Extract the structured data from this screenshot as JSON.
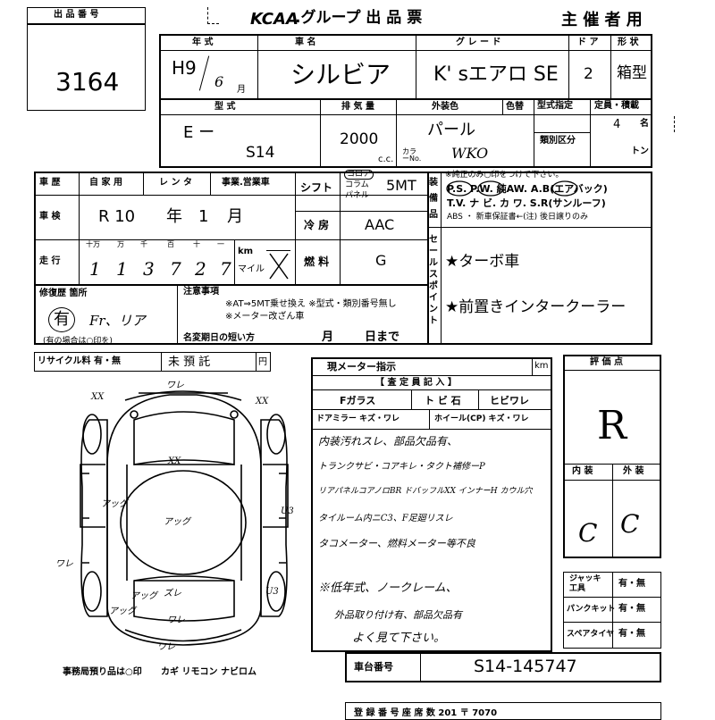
{
  "header": {
    "lot_label": "出 品 番 号",
    "lot_number": "3164",
    "title_brand": "KCAA",
    "title_rest": ".グループ 出 品 票",
    "organizer": "主 催 者 用"
  },
  "vehicle": {
    "year_label": "年  式",
    "year_era": "H9",
    "year_month": "6",
    "month_unit": "月",
    "model_label": "車     名",
    "model": "シルビア",
    "grade_label": "グ レ ー ド",
    "grade": "K' sエアロ SE",
    "doors_label": "ド ア",
    "doors": "2",
    "shape_label": "形 状",
    "shape": "箱型",
    "type_label": "型     式",
    "type_prefix": "E  ー",
    "type_code": "S14",
    "displacement_label": "排 気 量",
    "displacement": "2000",
    "cc_unit": "c.c.",
    "exterior_color_label": "外装色",
    "color_label": "色替",
    "exterior_color": "パール",
    "color_no_label": "カラーNo.",
    "color_no": "WKO",
    "type_designation_label": "型式指定",
    "category_label": "類別区分",
    "capacity_label": "定員・積載",
    "capacity": "4",
    "person_unit": "名",
    "ton_unit": "トン"
  },
  "history": {
    "history_label": "車 歴",
    "private_label": "自 家 用",
    "rental_label": "レ ン タ",
    "business_label": "事業.営業車",
    "inspection_label": "車 検",
    "inspection_era": "R 10",
    "year_unit": "年",
    "inspection_month": "1",
    "month_unit": "月",
    "mileage_label": "走 行",
    "digit_labels": [
      "十万",
      "万",
      "千",
      "百",
      "十",
      "一"
    ],
    "mileage_digits": [
      "1",
      "1",
      "3",
      "7",
      "2",
      "7"
    ],
    "km_label": "km",
    "mile_label": "マイル",
    "repair_label": "修復歴 箇所",
    "repair_note": "(有の場合は○印を)",
    "repair_value": "有",
    "repair_detail": "Fr、リア"
  },
  "equipment": {
    "shift_label": "シフト",
    "shift_options": [
      "コロア",
      "コラム",
      "パネル"
    ],
    "shift": "5MT",
    "ac_label": "冷 房",
    "ac": "AAC",
    "fuel_label": "燃 料",
    "fuel": "G",
    "equip_label": "装 備 品",
    "equip_note": "※純正のみ○印をつけて下さい。",
    "equip_line1": "P.S. P.W. 純AW. A.B(エアバック)",
    "equip_line2": "T.V. ナ ビ. カ ワ. S.R(サンルーフ)",
    "equip_line3": "ABS ・ 新車保証書←(注) 後日譲りのみ"
  },
  "sales_points": {
    "label": "セールスポイント",
    "point1": "★ターボ車",
    "point2": "★前置きインタークーラー"
  },
  "notes": {
    "label": "注意事項",
    "line1": "※AT⇒5MT乗せ換え ※型式・類別番号無し",
    "line2": "※メーター改ざん車",
    "name_change_label": "名変期日の短い方",
    "month_label": "月",
    "day_label": "日まで"
  },
  "recycle": {
    "label": "リサイクル料 有・無",
    "status": "未 預 託",
    "yen": "円"
  },
  "inspector": {
    "meter_label": "現メーター指示",
    "km": "km",
    "appraiser_label": "【 査 定 員 記 入 】",
    "f_glass_label": "Fガラス",
    "f_glass_opts": "ト ビ 石",
    "hibi": "ヒビワレ",
    "mirror_label": "ドアミラー キズ・ワレ",
    "wheel_label": "ホイール(CP) キズ・ワレ",
    "comment1": "内装汚れスレ、部品欠品有、",
    "comment2": "トランクサビ・コアキレ・タクト補修ーP",
    "comment3": "リアパネルコアノロBR ドバッフルXX インナーH カウル穴",
    "comment4": "タイルーム内ニC3、F足廻リスレ",
    "comment5": "タコメーター、燃料メーター等不良",
    "comment6": "※低年式、ノークレーム、",
    "comment7": "外品取り付け有、部品欠品有",
    "comment8": "よく見て下さい。"
  },
  "evaluation": {
    "score_label": "評 価 点",
    "score": "R",
    "interior_label": "内 装",
    "exterior_label": "外 装",
    "interior": "C",
    "exterior": "C"
  },
  "tools": {
    "jack_label": "ジャッキ 工具",
    "jack": "有・無",
    "puncture_label": "パンクキット",
    "puncture": "有・無",
    "spare_label": "スペアタイヤ",
    "spare": "有・無"
  },
  "chassis": {
    "label": "車台番号",
    "number": "S14-145747"
  },
  "diagram": {
    "keys_note": "事務局預り品は○印",
    "keys": "カギ リモコン ナビロム",
    "marks": [
      "XX",
      "ワレ",
      "XX",
      "XX",
      "アッグ",
      "アッグ",
      "U3",
      "ワレ",
      "アッグ",
      "U3",
      "アッグ",
      "ズレ",
      "ワレ",
      "ワレ",
      "ズレ"
    ]
  },
  "footer": {
    "text": "登 録 番 号    座 席 数    201    〒    7070"
  }
}
